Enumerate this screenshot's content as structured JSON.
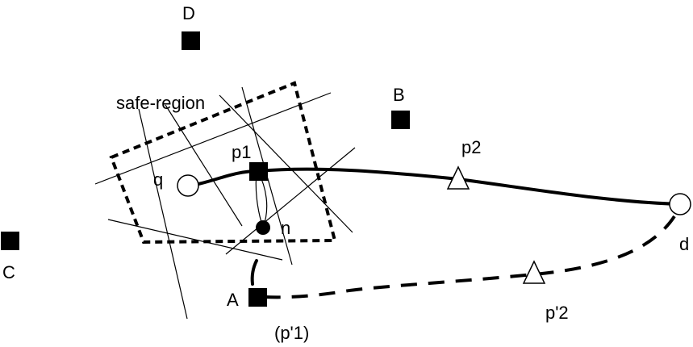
{
  "labels": {
    "D": "D",
    "B": "B",
    "C": "C",
    "A": "A",
    "p1": "p1",
    "p2": "p2",
    "q": "q",
    "n": "n",
    "d": "d",
    "p_prime_2": "p'2",
    "p_prime_1": "(p'1)",
    "safe_region": "safe-region"
  },
  "colors": {
    "ink": "#000000",
    "background": "#ffffff"
  }
}
